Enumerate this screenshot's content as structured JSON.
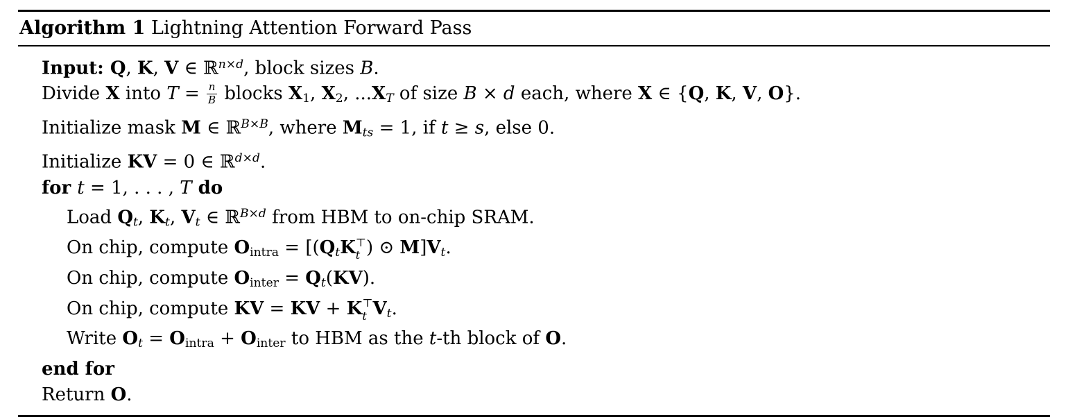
{
  "algorithm": {
    "label": "Algorithm 1",
    "title": "Lightning Attention Forward Pass",
    "lines": [
      {
        "indent": 0,
        "tokens": [
          {
            "s": "b",
            "t": "Input: "
          },
          {
            "s": "b",
            "t": "Q"
          },
          {
            "s": "p",
            "t": ", "
          },
          {
            "s": "b",
            "t": "K"
          },
          {
            "s": "p",
            "t": ", "
          },
          {
            "s": "b",
            "t": "V"
          },
          {
            "s": "p",
            "t": " ∈ ℝ"
          },
          {
            "s": "supi",
            "t": "n×d"
          },
          {
            "s": "p",
            "t": ", block sizes "
          },
          {
            "s": "i",
            "t": "B"
          },
          {
            "s": "p",
            "t": "."
          }
        ]
      },
      {
        "indent": 0,
        "tokens": [
          {
            "s": "p",
            "t": "Divide "
          },
          {
            "s": "b",
            "t": "X"
          },
          {
            "s": "p",
            "t": " into "
          },
          {
            "s": "i",
            "t": "T"
          },
          {
            "s": "p",
            "t": " = "
          },
          {
            "s": "frac",
            "num": "n",
            "den": "B"
          },
          {
            "s": "p",
            "t": " blocks "
          },
          {
            "s": "b",
            "t": "X"
          },
          {
            "s": "sub",
            "t": "1"
          },
          {
            "s": "p",
            "t": ", "
          },
          {
            "s": "b",
            "t": "X"
          },
          {
            "s": "sub",
            "t": "2"
          },
          {
            "s": "p",
            "t": ", ..."
          },
          {
            "s": "b",
            "t": "X"
          },
          {
            "s": "subi",
            "t": "T"
          },
          {
            "s": "p",
            "t": " of size "
          },
          {
            "s": "i",
            "t": "B"
          },
          {
            "s": "p",
            "t": " × "
          },
          {
            "s": "i",
            "t": "d"
          },
          {
            "s": "p",
            "t": " each, where "
          },
          {
            "s": "b",
            "t": "X"
          },
          {
            "s": "p",
            "t": " ∈ {"
          },
          {
            "s": "b",
            "t": "Q"
          },
          {
            "s": "p",
            "t": ", "
          },
          {
            "s": "b",
            "t": "K"
          },
          {
            "s": "p",
            "t": ", "
          },
          {
            "s": "b",
            "t": "V"
          },
          {
            "s": "p",
            "t": ", "
          },
          {
            "s": "b",
            "t": "O"
          },
          {
            "s": "p",
            "t": "}."
          }
        ]
      },
      {
        "indent": 0,
        "tokens": [
          {
            "s": "p",
            "t": "Initialize mask "
          },
          {
            "s": "b",
            "t": "M"
          },
          {
            "s": "p",
            "t": " ∈ ℝ"
          },
          {
            "s": "supi",
            "t": "B×B"
          },
          {
            "s": "p",
            "t": ", where "
          },
          {
            "s": "b",
            "t": "M"
          },
          {
            "s": "subi",
            "t": "ts"
          },
          {
            "s": "p",
            "t": " = 1, if "
          },
          {
            "s": "i",
            "t": "t"
          },
          {
            "s": "p",
            "t": " ≥ "
          },
          {
            "s": "i",
            "t": "s"
          },
          {
            "s": "p",
            "t": ", else 0."
          }
        ]
      },
      {
        "indent": 0,
        "tokens": [
          {
            "s": "p",
            "t": "Initialize "
          },
          {
            "s": "b",
            "t": "KV"
          },
          {
            "s": "p",
            "t": " = 0 ∈ ℝ"
          },
          {
            "s": "supi",
            "t": "d×d"
          },
          {
            "s": "p",
            "t": "."
          }
        ]
      },
      {
        "indent": 0,
        "tokens": [
          {
            "s": "b",
            "t": "for "
          },
          {
            "s": "i",
            "t": "t"
          },
          {
            "s": "p",
            "t": " = 1, . . . , "
          },
          {
            "s": "i",
            "t": "T"
          },
          {
            "s": "b",
            "t": " do"
          }
        ]
      },
      {
        "indent": 1,
        "tokens": [
          {
            "s": "p",
            "t": "Load "
          },
          {
            "s": "b",
            "t": "Q"
          },
          {
            "s": "subi",
            "t": "t"
          },
          {
            "s": "p",
            "t": ", "
          },
          {
            "s": "b",
            "t": "K"
          },
          {
            "s": "subi",
            "t": "t"
          },
          {
            "s": "p",
            "t": ", "
          },
          {
            "s": "b",
            "t": "V"
          },
          {
            "s": "subi",
            "t": "t"
          },
          {
            "s": "p",
            "t": " ∈ ℝ"
          },
          {
            "s": "supi",
            "t": "B×d"
          },
          {
            "s": "p",
            "t": " from HBM to on-chip SRAM."
          }
        ]
      },
      {
        "indent": 1,
        "tokens": [
          {
            "s": "p",
            "t": "On chip, compute "
          },
          {
            "s": "b",
            "t": "O"
          },
          {
            "s": "sub",
            "t": "intra"
          },
          {
            "s": "p",
            "t": " = [("
          },
          {
            "s": "b",
            "t": "Q"
          },
          {
            "s": "subi",
            "t": "t"
          },
          {
            "s": "b",
            "t": "K"
          },
          {
            "s": "ss",
            "sup": "⊤",
            "sub": "t"
          },
          {
            "s": "p",
            "t": ") ⊙ "
          },
          {
            "s": "b",
            "t": "M"
          },
          {
            "s": "p",
            "t": "]"
          },
          {
            "s": "b",
            "t": "V"
          },
          {
            "s": "subi",
            "t": "t"
          },
          {
            "s": "p",
            "t": "."
          }
        ]
      },
      {
        "indent": 1,
        "tokens": [
          {
            "s": "p",
            "t": "On chip, compute "
          },
          {
            "s": "b",
            "t": "O"
          },
          {
            "s": "sub",
            "t": "inter"
          },
          {
            "s": "p",
            "t": " = "
          },
          {
            "s": "b",
            "t": "Q"
          },
          {
            "s": "subi",
            "t": "t"
          },
          {
            "s": "p",
            "t": "("
          },
          {
            "s": "b",
            "t": "KV"
          },
          {
            "s": "p",
            "t": ")."
          }
        ]
      },
      {
        "indent": 1,
        "tokens": [
          {
            "s": "p",
            "t": "On chip, compute "
          },
          {
            "s": "b",
            "t": "KV"
          },
          {
            "s": "p",
            "t": " = "
          },
          {
            "s": "b",
            "t": "KV"
          },
          {
            "s": "p",
            "t": " + "
          },
          {
            "s": "b",
            "t": "K"
          },
          {
            "s": "ss",
            "sup": "⊤",
            "sub": "t"
          },
          {
            "s": "b",
            "t": "V"
          },
          {
            "s": "subi",
            "t": "t"
          },
          {
            "s": "p",
            "t": "."
          }
        ]
      },
      {
        "indent": 1,
        "tokens": [
          {
            "s": "p",
            "t": "Write "
          },
          {
            "s": "b",
            "t": "O"
          },
          {
            "s": "subi",
            "t": "t"
          },
          {
            "s": "p",
            "t": " = "
          },
          {
            "s": "b",
            "t": "O"
          },
          {
            "s": "sub",
            "t": "intra"
          },
          {
            "s": "p",
            "t": " + "
          },
          {
            "s": "b",
            "t": "O"
          },
          {
            "s": "sub",
            "t": "inter"
          },
          {
            "s": "p",
            "t": " to HBM as the "
          },
          {
            "s": "i",
            "t": "t"
          },
          {
            "s": "p",
            "t": "-th block of "
          },
          {
            "s": "b",
            "t": "O"
          },
          {
            "s": "p",
            "t": "."
          }
        ]
      },
      {
        "indent": 0,
        "tokens": [
          {
            "s": "b",
            "t": "end for"
          }
        ]
      },
      {
        "indent": 0,
        "tokens": [
          {
            "s": "p",
            "t": "Return "
          },
          {
            "s": "b",
            "t": "O"
          },
          {
            "s": "p",
            "t": "."
          }
        ]
      }
    ]
  }
}
